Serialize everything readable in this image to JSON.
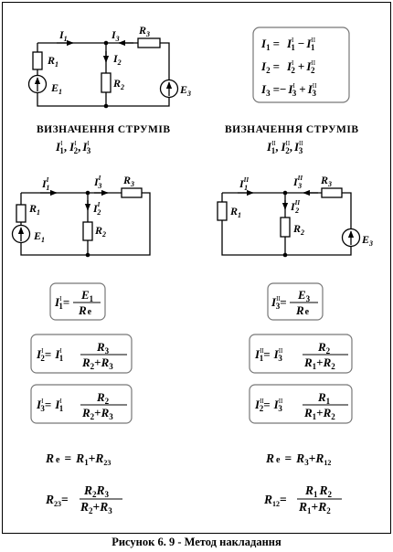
{
  "caption": "Рисунок 6. 9 - Метод накладання",
  "headings": {
    "left_title": "ВИЗНАЧЕННЯ  СТРУМІВ",
    "right_title": "ВИЗНАЧЕННЯ  СТРУМІВ"
  },
  "symbols": {
    "I": "I",
    "R": "R",
    "E": "E",
    "sub_1": "1",
    "sub_2": "2",
    "sub_3": "3",
    "sub_e": "e",
    "sub_23": "23",
    "sub_12": "12",
    "prime1": "I",
    "prime2": "II"
  },
  "operators": {
    "eq": "=",
    "plus": "+",
    "minus": "−",
    "neg_eq": "=−",
    "sep": ",",
    "dot": "."
  }
}
